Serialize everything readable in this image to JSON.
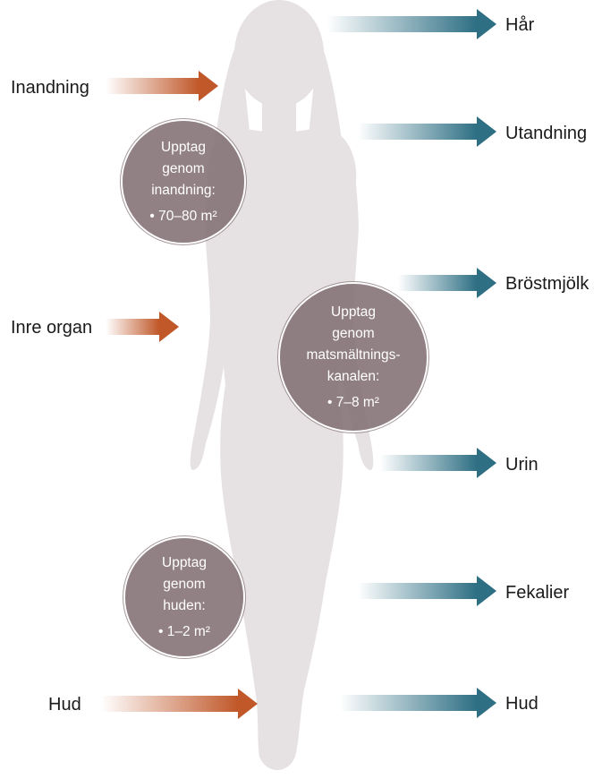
{
  "colors": {
    "intake_arrow": "#c0582a",
    "excretion_arrow": "#2e6f84",
    "body_silhouette": "#e6e1e2",
    "circle_fill": "#82706f"
  },
  "intake_labels": {
    "inhalation": "Inandning",
    "internal_organ": "Inre organ",
    "skin": "Hud"
  },
  "excretion_labels": {
    "hair": "Hår",
    "exhalation": "Utandning",
    "breast_milk": "Bröstmjölk",
    "urine": "Urin",
    "feces": "Fekalier",
    "skin": "Hud"
  },
  "uptake_circles": {
    "inhalation": {
      "lines": [
        "Upptag",
        "genom",
        "inandning:"
      ],
      "measure": "• 70–80 m²"
    },
    "digestive": {
      "lines": [
        "Upptag",
        "genom",
        "matsmältnings-",
        "kanalen:"
      ],
      "measure": "• 7–8 m²"
    },
    "skin": {
      "lines": [
        "Upptag",
        "genom",
        "huden:"
      ],
      "measure": "• 1–2 m²"
    }
  }
}
